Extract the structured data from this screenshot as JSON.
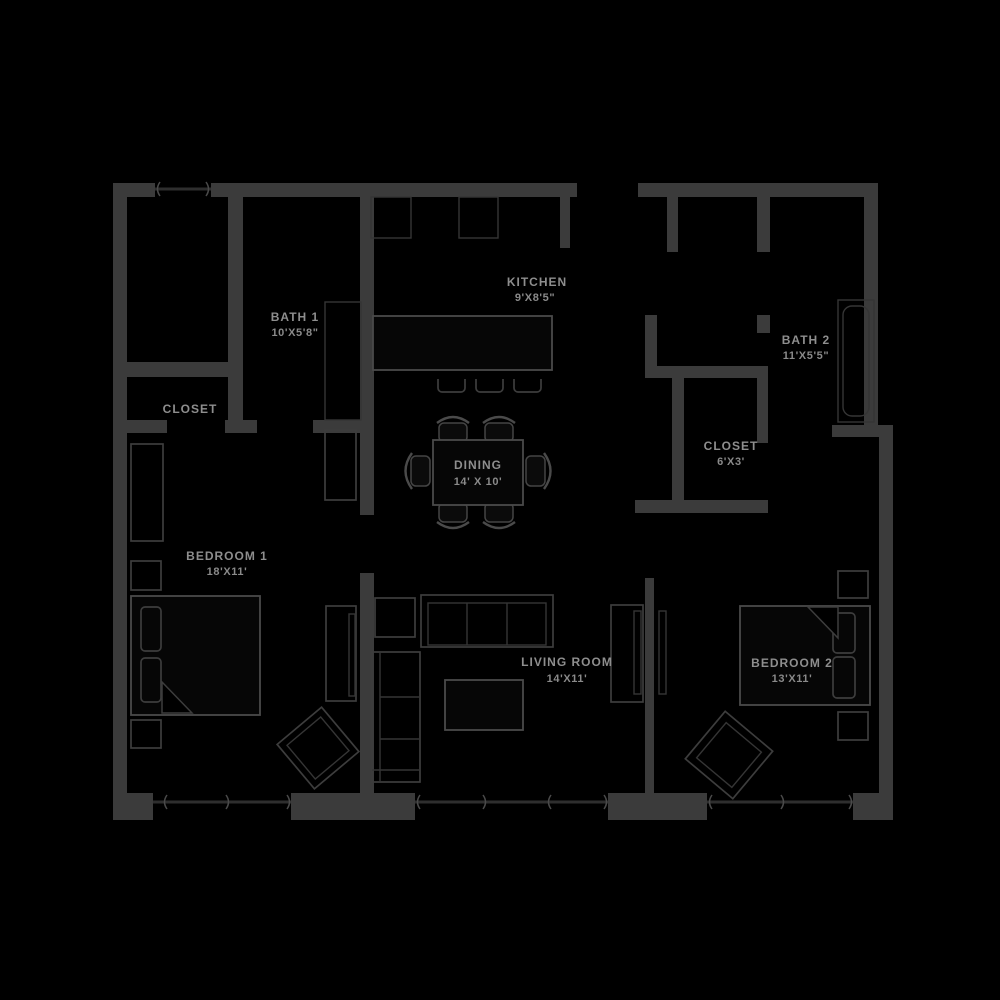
{
  "colors": {
    "background": "#000000",
    "walls": "#3b3b3b",
    "furniture_lines": "#3d3d3d",
    "label_text": "#8e8e8e"
  },
  "rooms": {
    "bath1": {
      "label": "BATH 1",
      "dims": "10'X5'8\""
    },
    "kitchen": {
      "label": "KITCHEN",
      "dims": "9'X8'5\""
    },
    "bath2": {
      "label": "BATH 2",
      "dims": "11'X5'5\""
    },
    "closet_left": {
      "label": "CLOSET",
      "dims": ""
    },
    "closet_right": {
      "label": "CLOSET",
      "dims": "6'X3'"
    },
    "dining": {
      "label": "DINING",
      "dims": "14' X 10'"
    },
    "bedroom1": {
      "label": "BEDROOM 1",
      "dims": "18'X11'"
    },
    "living": {
      "label": "LIVING ROOM",
      "dims": "14'X11'"
    },
    "bedroom2": {
      "label": "BEDROOM 2",
      "dims": "13'X11'"
    }
  },
  "furniture": {
    "bedroom1": [
      "bed",
      "nightstand",
      "nightstand",
      "wardrobe",
      "dresser",
      "media-console",
      "accent-chair"
    ],
    "bedroom2": [
      "bed",
      "nightstand",
      "nightstand",
      "tv-panel",
      "accent-chair"
    ],
    "living": [
      "sofa",
      "sectional",
      "armchair",
      "coffee-table",
      "tv-console"
    ],
    "dining": [
      "table",
      "chair",
      "chair",
      "chair",
      "chair",
      "chair",
      "chair"
    ],
    "kitchen": [
      "island",
      "barstool",
      "barstool",
      "barstool",
      "sink",
      "range"
    ],
    "bath1": [
      "shower"
    ],
    "bath2": [
      "bathtub"
    ]
  }
}
